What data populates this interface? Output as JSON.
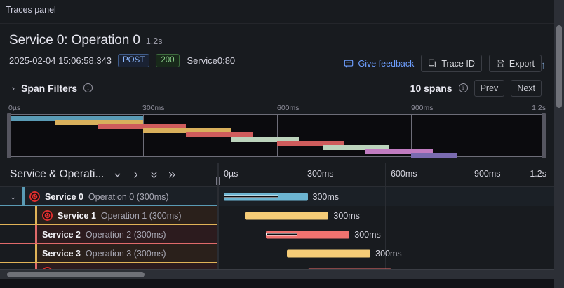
{
  "panel": {
    "title": "Traces panel"
  },
  "trace": {
    "name": "Service 0: Operation 0",
    "duration": "1.2s",
    "timestamp": "2025-02-04 15:06:58.343",
    "method": "POST",
    "status": "200",
    "host": "Service0:80"
  },
  "header_actions": {
    "feedback_label": "Give feedback",
    "trace_id_label": "Trace ID",
    "export_label": "Export"
  },
  "filters": {
    "title": "Span Filters",
    "info": "i",
    "expand_caret": "›",
    "spans_count": "10 spans",
    "prev_label": "Prev",
    "next_label": "Next"
  },
  "table_header": {
    "column_title": "Service & Operati...",
    "icons": [
      "chevron-down",
      "chevron-right",
      "chevrons-down",
      "chevrons-right"
    ],
    "ticks": [
      "0µs",
      "300ms",
      "600ms",
      "900ms",
      "1.2s"
    ]
  },
  "minimap": {
    "ticks": [
      "0µs",
      "300ms",
      "600ms",
      "900ms",
      "1.2s"
    ],
    "bars": [
      {
        "start": 0.0,
        "width": 0.5,
        "color": "#5a9bb5"
      },
      {
        "start": 0.17,
        "width": 0.33,
        "color": "#d9b05c"
      },
      {
        "start": 0.33,
        "width": 0.33,
        "color": "#cf5c5c"
      },
      {
        "start": 0.5,
        "width": 0.33,
        "color": "#d9b05c"
      },
      {
        "start": 0.66,
        "width": 0.25,
        "color": "#cf5c5c"
      },
      {
        "start": 0.83,
        "width": 0.25,
        "color": "#bcd3bc"
      },
      {
        "start": 1.0,
        "width": 0.25,
        "color": "#cf5c5c"
      },
      {
        "start": 1.17,
        "width": 0.25,
        "color": "#bcd3bc"
      },
      {
        "start": 1.33,
        "width": 0.25,
        "color": "#c17cc1"
      },
      {
        "start": 1.5,
        "width": 0.17,
        "color": "#7a6bb0"
      }
    ]
  },
  "spans": [
    {
      "service": "Service 0",
      "operation": "Operation 0 (300ms)",
      "depth": 0,
      "caret": "⌄",
      "error": true,
      "accent": "#5a9bb5",
      "underline": "#5a9bb5",
      "row_bg": "#1b2026",
      "label_bg": "#1b2026",
      "bar": {
        "start": 0.0,
        "width": 0.25,
        "color": "#6cb4d1",
        "inner": 0.163
      },
      "duration": "300ms"
    },
    {
      "service": "Service 1",
      "operation": "Operation 1 (300ms)",
      "depth": 1,
      "caret": "",
      "error": true,
      "accent": "#e0b357",
      "underline": "#e0b357",
      "row_bg": "#181b1f",
      "label_bg": "#2a201b",
      "bar": {
        "start": 0.0625,
        "width": 0.25,
        "color": "#f5cc77",
        "inner": 0
      },
      "duration": "300ms"
    },
    {
      "service": "Service 2",
      "operation": "Operation 2 (300ms)",
      "depth": 1,
      "caret": "",
      "error": false,
      "accent": "#e06a6a",
      "underline": "#e06a6a",
      "row_bg": "#181b1f",
      "label_bg": "#2c1b1e",
      "bar": {
        "start": 0.125,
        "width": 0.25,
        "color": "#f0726f",
        "inner": 0.095
      },
      "duration": "300ms"
    },
    {
      "service": "Service 3",
      "operation": "Operation 3 (300ms)",
      "depth": 1,
      "caret": "",
      "error": false,
      "accent": "#e0b357",
      "underline": "#e0b357",
      "row_bg": "#181b1f",
      "label_bg": "#2a201b",
      "bar": {
        "start": 0.1875,
        "width": 0.25,
        "color": "#f5cc77",
        "inner": 0
      },
      "duration": "300ms"
    },
    {
      "service": "",
      "operation": "",
      "depth": 1,
      "caret": "",
      "error": true,
      "accent": "#e06a6a",
      "underline": "#e06a6a",
      "row_bg": "#181b1f",
      "label_bg": "#2c1b1e",
      "bar": {
        "start": 0.25,
        "width": 0.25,
        "color": "#f0726f",
        "inner": 0
      },
      "duration": ""
    }
  ],
  "scroll_top_icon": "↑",
  "colors": {
    "panel_bg": "#181b1f",
    "page_bg": "#111217",
    "accent_blue": "#6e9fff",
    "text_primary": "#ccccdc",
    "text_muted": "#9a9aa6"
  }
}
